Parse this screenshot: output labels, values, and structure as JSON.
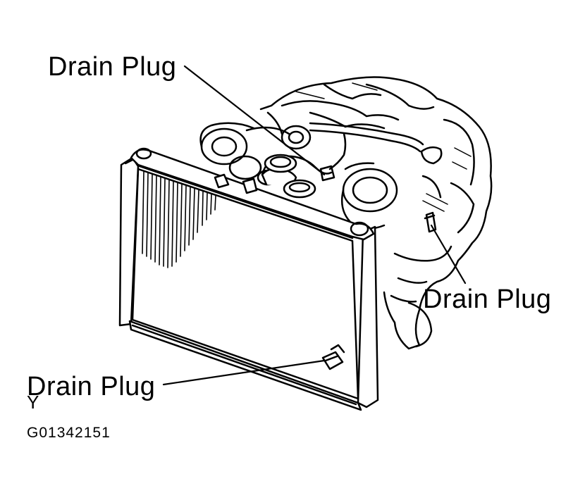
{
  "callouts": {
    "top": "Drain Plug",
    "right": "Drain Plug",
    "bottom": "Drain Plug"
  },
  "corner_mark": "Y",
  "figure_code": "G01342151",
  "colors": {
    "ink": "#000000",
    "paper": "#ffffff"
  }
}
